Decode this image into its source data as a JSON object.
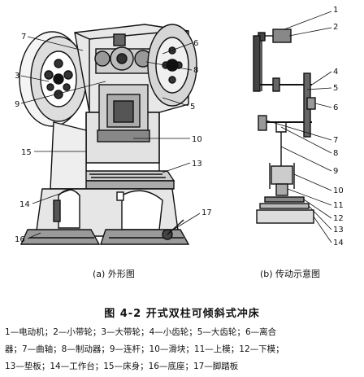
{
  "left_view": {
    "labels": [
      "7",
      "3",
      "9",
      "15",
      "14",
      "16",
      "6",
      "8",
      "5",
      "10",
      "13",
      "17"
    ],
    "caption": "(a) 外形图"
  },
  "right_view": {
    "labels": [
      "1",
      "2",
      "4",
      "5",
      "6",
      "7",
      "8",
      "9",
      "10",
      "11",
      "12",
      "13",
      "14"
    ],
    "caption": "(b) 传动示意图"
  },
  "figure_caption": "图 4-2    开式双柱可倾斜式冲床",
  "legend_items": [
    "1—电动机；",
    "2—小带轮；",
    "3—大带轮；",
    "4—小齿轮；",
    "5—大齿轮；",
    "6—离合",
    "器；7—曲轴；8—制动器；9—连杆；10—滑块；11—上模；12—下模；",
    "13—垫板；14—工作台；15—床身；16—底座；17—脚踏板"
  ]
}
